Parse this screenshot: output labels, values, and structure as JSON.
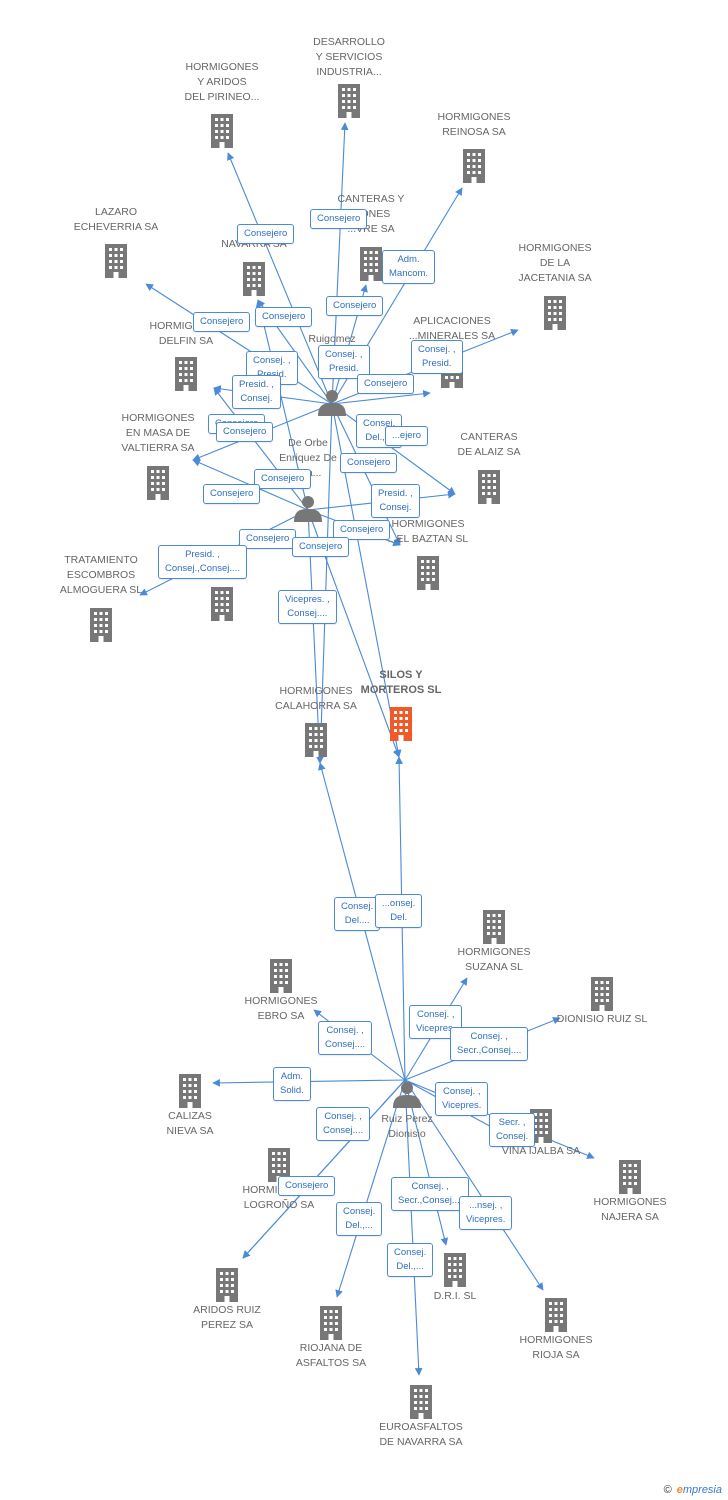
{
  "colors": {
    "edge": "#4a8ad8",
    "building": "#777777",
    "focus": "#f05a28",
    "person": "#777777"
  },
  "companies": [
    {
      "id": "desarrollo",
      "lines": [
        "DESARROLLO",
        "Y SERVICIOS",
        "INDUSTRIA..."
      ]
    },
    {
      "id": "hpirineo",
      "lines": [
        "HORMIGONES",
        "Y ARIDOS",
        "DEL PIRINEO..."
      ]
    },
    {
      "id": "hreinosa",
      "lines": [
        "HORMIGONES",
        "REINOSA SA"
      ]
    },
    {
      "id": "lazaro",
      "lines": [
        "LAZARO",
        "ECHEVERRIA SA"
      ]
    },
    {
      "id": "anavarra",
      "lines": [
        "A...",
        "NAVARRA SA"
      ]
    },
    {
      "id": "canteras",
      "lines": [
        "CANTERAS Y",
        "...ONES",
        "...VRE SA"
      ]
    },
    {
      "id": "hjacetania",
      "lines": [
        "HORMIGONES",
        "DE LA",
        "JACETANIA SA"
      ]
    },
    {
      "id": "hdelfin",
      "lines": [
        "HORMIGONES",
        "DELFIN SA"
      ]
    },
    {
      "id": "aplicaciones",
      "lines": [
        "APLICACIONES",
        "...MINERALES SA"
      ]
    },
    {
      "id": "hvaltierra",
      "lines": [
        "HORMIGONES",
        "EN MASA DE",
        "VALTIERRA SA"
      ]
    },
    {
      "id": "calaiz",
      "lines": [
        "CANTERAS",
        "DE ALAIZ SA"
      ]
    },
    {
      "id": "hbaztan",
      "lines": [
        "HORMIGONES",
        "...EL BAZTAN SL"
      ]
    },
    {
      "id": "tratamiento",
      "lines": [
        "TRATAMIENTO",
        "ESCOMBROS",
        "ALMOGUERA SL"
      ]
    },
    {
      "id": "unlabeled1",
      "lines": []
    },
    {
      "id": "hcalahorra",
      "lines": [
        "HORMIGONES",
        "CALAHORRA SA"
      ]
    },
    {
      "id": "silos",
      "lines": [
        "SILOS Y",
        "MORTEROS SL"
      ]
    },
    {
      "id": "hsuzana",
      "lines": [
        "HORMIGONES",
        "SUZANA SL"
      ]
    },
    {
      "id": "hebro",
      "lines": [
        "HORMIGONES",
        "EBRO SA"
      ]
    },
    {
      "id": "druiz",
      "lines": [
        "DIONISIO RUIZ SL"
      ]
    },
    {
      "id": "calizas",
      "lines": [
        "CALIZAS",
        "NIEVA SA"
      ]
    },
    {
      "id": "vinaijalba",
      "lines": [
        "VIÑA IJALBA SA"
      ]
    },
    {
      "id": "hlogrono",
      "lines": [
        "HORMIGONES",
        "LOGROÑO SA"
      ]
    },
    {
      "id": "hnajera",
      "lines": [
        "HORMIGONES",
        "NAJERA SA"
      ]
    },
    {
      "id": "aridosruiz",
      "lines": [
        "ARIDOS RUIZ",
        "PEREZ SA"
      ]
    },
    {
      "id": "dri",
      "lines": [
        "D.R.I.  SL"
      ]
    },
    {
      "id": "riojana",
      "lines": [
        "RIOJANA DE",
        "ASFALTOS SA"
      ]
    },
    {
      "id": "hrioja",
      "lines": [
        "HORMIGONES",
        "RIOJA SA"
      ]
    },
    {
      "id": "euroasfaltos",
      "lines": [
        "EUROASFALTOS",
        "DE NAVARRA SA"
      ]
    }
  ],
  "people": [
    {
      "id": "rujgomez",
      "lines": [
        "Ruigomez",
        "Do...",
        "M..."
      ]
    },
    {
      "id": "orbe",
      "lines": [
        "De Orbe",
        "Enriquez De",
        "...ra..."
      ]
    },
    {
      "id": "ruiz",
      "lines": [
        "Ruiz Perez",
        "Dionisio"
      ]
    }
  ],
  "edges": [
    {
      "from": "rujgomez",
      "to": "desarrollo"
    },
    {
      "from": "rujgomez",
      "to": "hpirineo"
    },
    {
      "from": "rujgomez",
      "to": "hreinosa"
    },
    {
      "from": "rujgomez",
      "to": "lazaro"
    },
    {
      "from": "rujgomez",
      "to": "anavarra"
    },
    {
      "from": "rujgomez",
      "to": "canteras"
    },
    {
      "from": "rujgomez",
      "to": "hjacetania"
    },
    {
      "from": "rujgomez",
      "to": "hdelfin"
    },
    {
      "from": "rujgomez",
      "to": "aplicaciones"
    },
    {
      "from": "rujgomez",
      "to": "hvaltierra"
    },
    {
      "from": "rujgomez",
      "to": "calaiz"
    },
    {
      "from": "rujgomez",
      "to": "hbaztan"
    },
    {
      "from": "rujgomez",
      "to": "hcalahorra"
    },
    {
      "from": "rujgomez",
      "to": "silos"
    },
    {
      "from": "orbe",
      "to": "hdelfin"
    },
    {
      "from": "orbe",
      "to": "hvaltierra"
    },
    {
      "from": "orbe",
      "to": "tratamiento"
    },
    {
      "from": "orbe",
      "to": "calaiz"
    },
    {
      "from": "orbe",
      "to": "hbaztan"
    },
    {
      "from": "orbe",
      "to": "hcalahorra"
    },
    {
      "from": "orbe",
      "to": "silos"
    },
    {
      "from": "orbe",
      "to": "anavarra"
    },
    {
      "from": "ruiz",
      "to": "hcalahorra"
    },
    {
      "from": "ruiz",
      "to": "silos"
    },
    {
      "from": "ruiz",
      "to": "hsuzana"
    },
    {
      "from": "ruiz",
      "to": "hebro"
    },
    {
      "from": "ruiz",
      "to": "druiz"
    },
    {
      "from": "ruiz",
      "to": "calizas"
    },
    {
      "from": "ruiz",
      "to": "vinaijalba"
    },
    {
      "from": "ruiz",
      "to": "hlogrono"
    },
    {
      "from": "ruiz",
      "to": "hnajera"
    },
    {
      "from": "ruiz",
      "to": "aridosruiz"
    },
    {
      "from": "ruiz",
      "to": "dri"
    },
    {
      "from": "ruiz",
      "to": "riojana"
    },
    {
      "from": "ruiz",
      "to": "hrioja"
    },
    {
      "from": "ruiz",
      "to": "euroasfaltos"
    }
  ],
  "badges": [
    {
      "id": "b1",
      "lines": [
        "Consejero"
      ]
    },
    {
      "id": "b2",
      "lines": [
        "Consejero"
      ]
    },
    {
      "id": "b3",
      "lines": [
        "Adm.",
        "Mancom."
      ]
    },
    {
      "id": "b4",
      "lines": [
        "Consejero"
      ]
    },
    {
      "id": "b5",
      "lines": [
        "Consejero"
      ]
    },
    {
      "id": "b6",
      "lines": [
        "Consejero"
      ]
    },
    {
      "id": "b7",
      "lines": [
        "Consej. ,",
        "Presid."
      ]
    },
    {
      "id": "b8",
      "lines": [
        "Consej. ,",
        "Presid."
      ]
    },
    {
      "id": "b9",
      "lines": [
        "Consej. ,",
        "Presid."
      ]
    },
    {
      "id": "b10",
      "lines": [
        "Presid. ,",
        "Consej."
      ]
    },
    {
      "id": "b11",
      "lines": [
        "Consejero"
      ]
    },
    {
      "id": "b12",
      "lines": [
        "Consejero"
      ]
    },
    {
      "id": "b13",
      "lines": [
        "Consej.",
        "Del.,..."
      ]
    },
    {
      "id": "b14",
      "lines": [
        "...ejero"
      ]
    },
    {
      "id": "b15",
      "lines": [
        "Consejero"
      ]
    },
    {
      "id": "b16",
      "lines": [
        "Consejero"
      ]
    },
    {
      "id": "b17",
      "lines": [
        "Consejero"
      ]
    },
    {
      "id": "b18",
      "lines": [
        "Presid. ,",
        "Consej."
      ]
    },
    {
      "id": "b19",
      "lines": [
        "Consejero"
      ]
    },
    {
      "id": "b20",
      "lines": [
        "Consejero"
      ]
    },
    {
      "id": "b21",
      "lines": [
        "Consejero"
      ]
    },
    {
      "id": "b22",
      "lines": [
        "Presid. ,",
        "Consej.,Consej...."
      ]
    },
    {
      "id": "b23",
      "lines": [
        "Consejero"
      ]
    },
    {
      "id": "b24",
      "lines": [
        "Vicepres. ,",
        "Consej...."
      ]
    },
    {
      "id": "b25",
      "lines": [
        "Consej.",
        "Del...."
      ]
    },
    {
      "id": "b26",
      "lines": [
        "...onsej.",
        "Del."
      ]
    },
    {
      "id": "b27",
      "lines": [
        "Consej. ,",
        "Vicepres."
      ]
    },
    {
      "id": "b28",
      "lines": [
        "Consej. ,",
        "Consej...."
      ]
    },
    {
      "id": "b29",
      "lines": [
        "Consej. ,",
        "Secr.,Consej...."
      ]
    },
    {
      "id": "b30",
      "lines": [
        "Adm.",
        "Solid."
      ]
    },
    {
      "id": "b31",
      "lines": [
        "Consej. ,",
        "Vicepres."
      ]
    },
    {
      "id": "b32",
      "lines": [
        "Consej. ,",
        "Consej...."
      ]
    },
    {
      "id": "b33",
      "lines": [
        "Secr. ,",
        "Consej."
      ]
    },
    {
      "id": "b34",
      "lines": [
        "Consejero"
      ]
    },
    {
      "id": "b35",
      "lines": [
        "Consej. ,",
        "Secr.,Consej...."
      ]
    },
    {
      "id": "b36",
      "lines": [
        "...nsej. ,",
        "Vicepres."
      ]
    },
    {
      "id": "b37",
      "lines": [
        "Consej.",
        "Del.,..."
      ]
    },
    {
      "id": "b38",
      "lines": [
        "Consej.",
        "Del.,..."
      ]
    }
  ],
  "footer": {
    "copyright": "©",
    "brand_initial": "e",
    "brand_rest": "mpresia"
  }
}
